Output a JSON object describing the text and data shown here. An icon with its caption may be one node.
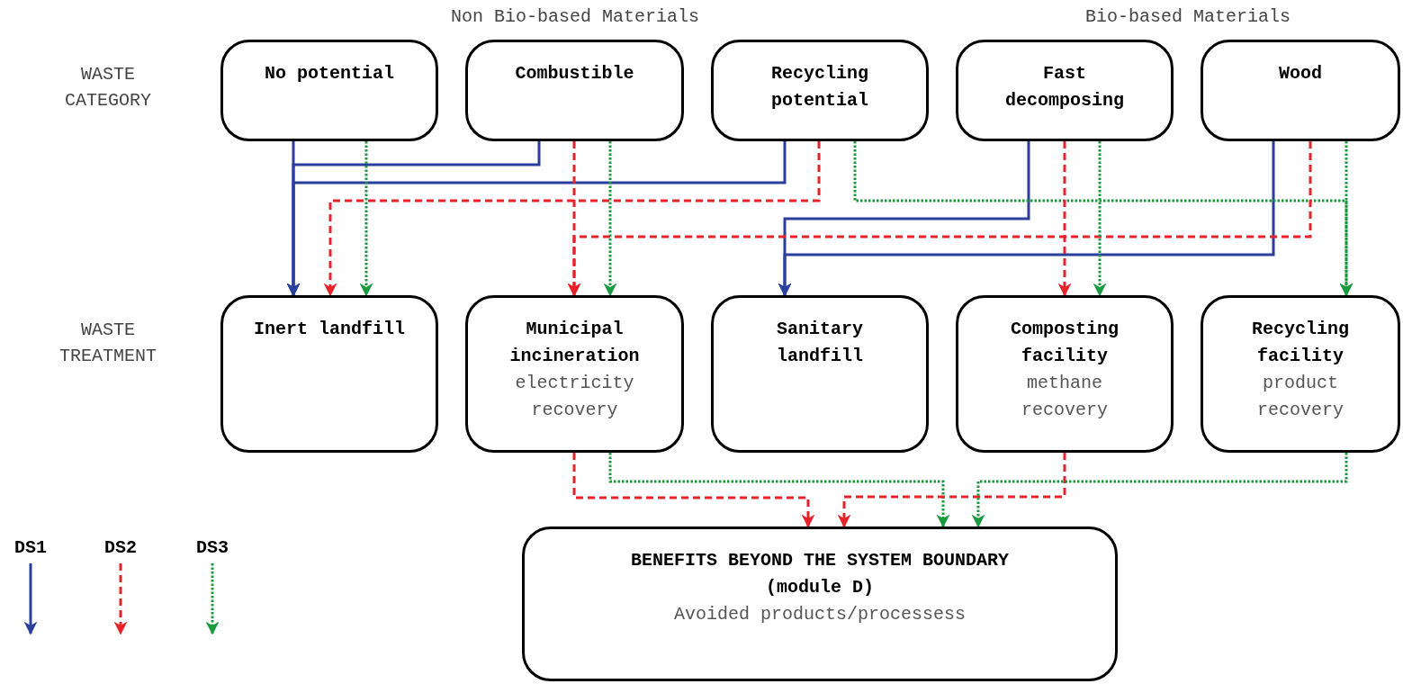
{
  "diagram": {
    "nodes": [
      {
        "text": [
          "No potential"
        ]
      },
      {
        "text": [
          "Combustible"
        ]
      },
      {
        "text": [
          "Recycling potential"
        ]
      },
      {
        "text": [
          "Fast decomposing"
        ]
      },
      {
        "text": [
          "Wood"
        ]
      },
      {
        "text": [
          "Inert landfill"
        ]
      },
      {
        "text": [
          "Municipal incineration",
          "electricity recovery"
        ]
      },
      {
        "text": [
          "Sanitary landfill"
        ]
      },
      {
        "text": [
          "Composting facility",
          "methane recovery"
        ]
      },
      {
        "text": [
          "Recycling facility",
          "product recovery"
        ]
      },
      {
        "text": [
          "BENEFITS BEYOND THE SYSTEM BOUNDARY (module D)",
          "Avoided products/processess"
        ]
      }
    ],
    "edges": [
      {
        "from": 0,
        "to": 5,
        "arrow": "to",
        "color": "#2a3f9d"
      },
      {
        "from": 1,
        "to": 5,
        "arrow": "to",
        "color": "#2a3f9d"
      },
      {
        "from": 2,
        "to": 5,
        "arrow": "to",
        "color": "#2a3f9d"
      },
      {
        "from": 3,
        "to": 7,
        "arrow": "to",
        "color": "#2a3f9d"
      },
      {
        "from": 4,
        "to": 7,
        "arrow": "to",
        "color": "#2a3f9d"
      },
      {
        "from": 0,
        "to": 5,
        "arrow": "to",
        "style": "dashed",
        "color": "#1a9a3f"
      },
      {
        "from": 2,
        "to": 5,
        "arrow": "to",
        "style": "dashed",
        "color": "#e8222a"
      },
      {
        "from": 1,
        "to": 6,
        "arrow": "to",
        "style": "dashed",
        "color": "#e8222a"
      },
      {
        "from": 1,
        "to": 6,
        "arrow": "to",
        "style": "dashed",
        "color": "#1a9a3f"
      },
      {
        "from": 2,
        "to": 9,
        "arrow": "to",
        "style": "dashed",
        "color": "#1a9a3f"
      },
      {
        "from": 4,
        "to": 6,
        "arrow": "to",
        "style": "dashed",
        "color": "#e8222a"
      },
      {
        "from": 3,
        "to": 8,
        "arrow": "to",
        "style": "dashed",
        "color": "#e8222a"
      },
      {
        "from": 3,
        "to": 8,
        "arrow": "to",
        "style": "dashed",
        "color": "#1a9a3f"
      },
      {
        "from": 4,
        "to": 9,
        "arrow": "to",
        "style": "dashed",
        "color": "#1a9a3f"
      },
      {
        "from": 6,
        "to": 10,
        "arrow": "to",
        "style": "dashed",
        "color": "#e8222a"
      },
      {
        "from": 6,
        "to": 10,
        "arrow": "to",
        "style": "dashed",
        "color": "#1a9a3f"
      },
      {
        "from": 8,
        "to": 10,
        "arrow": "to",
        "style": "dashed",
        "color": "#e8222a"
      },
      {
        "from": 9,
        "to": 10,
        "arrow": "to",
        "style": "dashed",
        "color": "#1a9a3f"
      }
    ],
    "labels": [
      "Non Bio-based Materials",
      "Bio-based Materials",
      "WASTE CATEGORY",
      "WASTE TREATMENT"
    ],
    "legend": [
      {
        "text": "DS1"
      },
      {
        "text": "DS2"
      },
      {
        "text": "DS3"
      }
    ]
  }
}
